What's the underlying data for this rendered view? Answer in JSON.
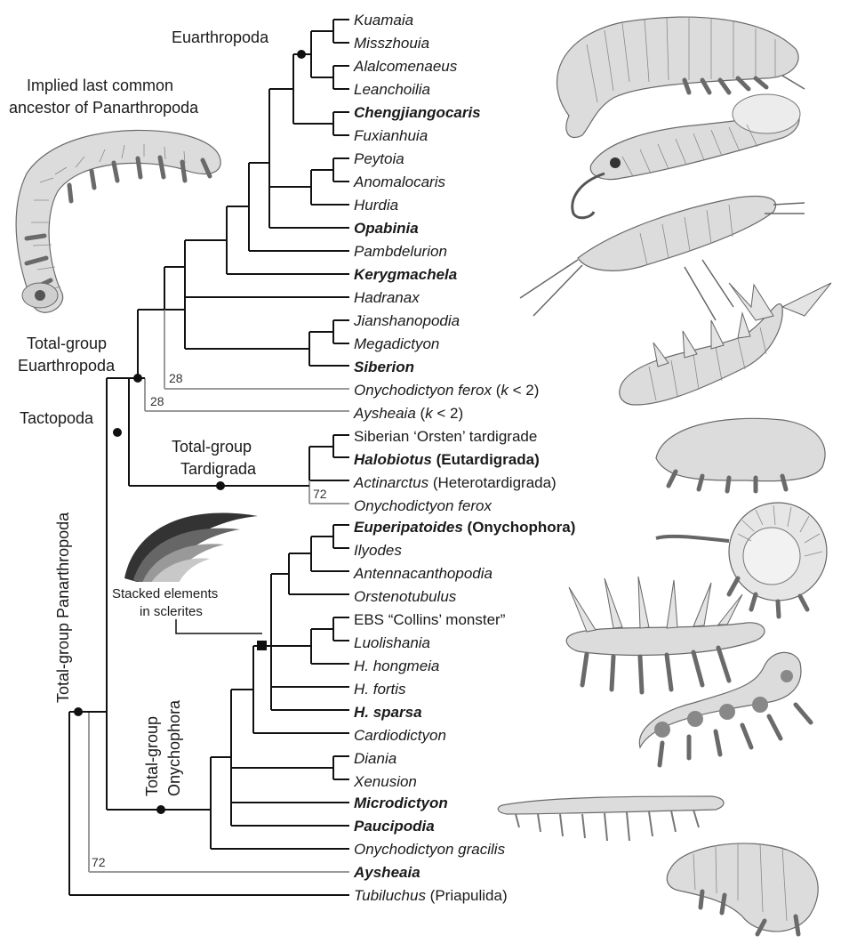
{
  "taxa": [
    {
      "id": "kuamaia",
      "name": "Kuamaia"
    },
    {
      "id": "misszhouia",
      "name": "Misszhouia"
    },
    {
      "id": "alalcomenaeus",
      "name": "Alalcomenaeus"
    },
    {
      "id": "leanchoilia",
      "name": "Leanchoilia"
    },
    {
      "id": "chengjiangocaris",
      "name": "Chengjiangocaris"
    },
    {
      "id": "fuxianhuia",
      "name": "Fuxianhuia"
    },
    {
      "id": "peytoia",
      "name": "Peytoia"
    },
    {
      "id": "anomalocaris",
      "name": "Anomalocaris"
    },
    {
      "id": "hurdia",
      "name": "Hurdia"
    },
    {
      "id": "opabinia",
      "name": "Opabinia"
    },
    {
      "id": "pambdelurion",
      "name": "Pambdelurion"
    },
    {
      "id": "kerygmachela",
      "name": "Kerygmachela"
    },
    {
      "id": "hadranax",
      "name": "Hadranax"
    },
    {
      "id": "jianshanopodia",
      "name": "Jianshanopodia"
    },
    {
      "id": "megadictyon",
      "name": "Megadictyon"
    },
    {
      "id": "siberion",
      "name": "Siberion"
    },
    {
      "id": "onychodictyon-ferox-1",
      "name": "Onychodictyon ferox",
      "suffix_open": " (",
      "suffix_k": "k",
      "suffix_close": " < 2)"
    },
    {
      "id": "aysheaia-1",
      "name": "Aysheaia",
      "suffix_open": " (",
      "suffix_k": "k",
      "suffix_close": " < 2)"
    },
    {
      "id": "siberian-orsten",
      "name": "Siberian ‘Orsten’ tardigrade"
    },
    {
      "id": "halobiotus",
      "name": "Halobiotus",
      "suffix": " (Eutardigrada)"
    },
    {
      "id": "actinarctus",
      "name": "Actinarctus",
      "suffix": " (Heterotardigrada)"
    },
    {
      "id": "onychodictyon-ferox-2",
      "name": "Onychodictyon ferox"
    },
    {
      "id": "euperipatoides",
      "name": "Euperipatoides",
      "suffix": " (Onychophora)"
    },
    {
      "id": "ilyodes",
      "name": "Ilyodes"
    },
    {
      "id": "antennacanthopodia",
      "name": "Antennacanthopodia"
    },
    {
      "id": "orstenotubulus",
      "name": "Orstenotubulus"
    },
    {
      "id": "ebs",
      "name": "EBS “Collins’ monster”"
    },
    {
      "id": "luolishania",
      "name": "Luolishania"
    },
    {
      "id": "h-hongmeia",
      "name": "H. hongmeia"
    },
    {
      "id": "h-fortis",
      "name": "H. fortis"
    },
    {
      "id": "h-sparsa",
      "name": "H. sparsa"
    },
    {
      "id": "cardiodictyon",
      "name": "Cardiodictyon"
    },
    {
      "id": "diania",
      "name": "Diania"
    },
    {
      "id": "xenusion",
      "name": "Xenusion"
    },
    {
      "id": "microdictyon",
      "name": "Microdictyon"
    },
    {
      "id": "paucipodia",
      "name": "Paucipodia"
    },
    {
      "id": "onychodictyon-gracilis",
      "name": "Onychodictyon gracilis"
    },
    {
      "id": "aysheaia-2",
      "name": "Aysheaia"
    },
    {
      "id": "tubiluchus",
      "name": "Tubiluchus",
      "suffix": " (Priapulida)"
    }
  ],
  "clades": {
    "euarthropoda": "Euarthropoda",
    "total_euarthropoda_1": "Total-group",
    "total_euarthropoda_2": "Euarthropoda",
    "tactopoda": "Tactopoda",
    "total_tardigrada_1": "Total-group",
    "total_tardigrada_2": "Tardigrada",
    "total_onychophora_1": "Total-group",
    "total_onychophora_2": "Onychophora",
    "total_panarthropoda": "Total-group Panarthropoda"
  },
  "support_values": {
    "first": "28",
    "second": "28",
    "third": "72",
    "fourth": "72"
  },
  "annotations": {
    "ancestor_1": "Implied last common",
    "ancestor_2": "ancestor of Panarthropoda",
    "sclerite_1": "Stacked elements",
    "sclerite_2": "in sclerites"
  },
  "colors": {
    "branch": "#111111",
    "uncertain_branch": "#9a9a9a",
    "illustration_fill": "#dcdcdc"
  }
}
